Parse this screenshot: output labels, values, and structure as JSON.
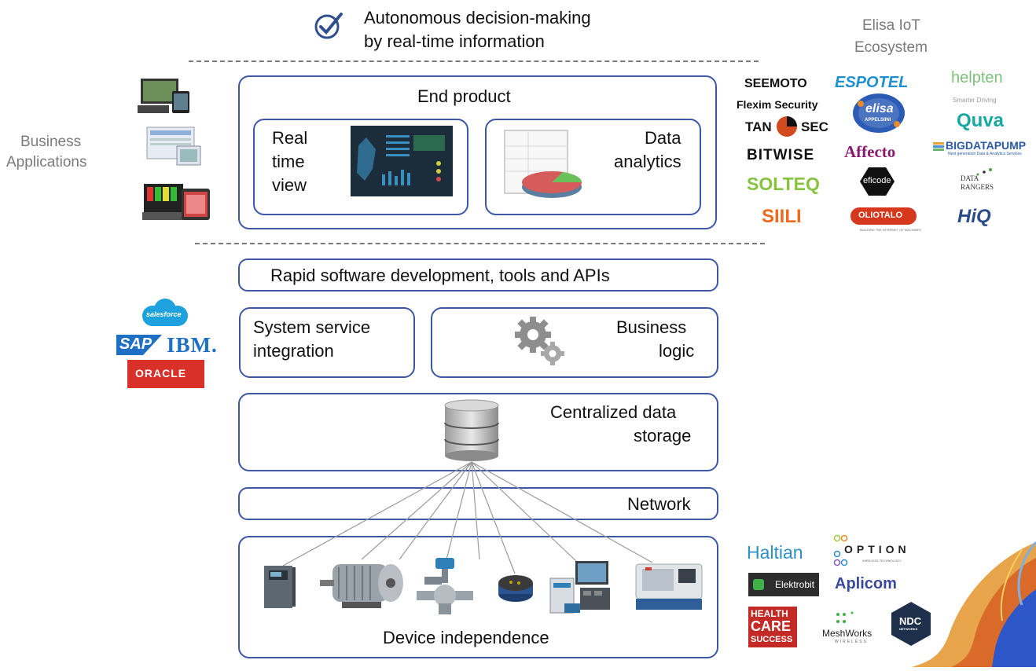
{
  "header": {
    "check_icon": "check-circle-icon",
    "title_line1": "Autonomous decision-making",
    "title_line2": "by real-time information"
  },
  "ecosystem": {
    "label_line1": "Elisa IoT",
    "label_line2": "Ecosystem",
    "partners_top": [
      "SEEMOTO",
      "ESPOTEL",
      "helpten",
      "Smarter Driving",
      "Flexim Security",
      "elisa",
      "APPELSIINI",
      "TAN",
      "SEC",
      "Quva",
      "BIGDATAPUMP",
      "Next generation Data & Analytics Services",
      "BITWISE",
      "Affecto",
      "SOLTEQ",
      "eficode",
      "DATA",
      "RANGERS",
      "SIILI",
      "OLIOTALO",
      "BUILDING THE INTERNET OF MACHINES",
      "HiQ"
    ],
    "partners_bottom": [
      "Haltian",
      "OPTION",
      "WIRELESS TECHNOLOGY",
      "Elektrobit",
      "Aplicom",
      "HEALTH",
      "CARE",
      "SUCCESS",
      "MeshWorks",
      "WIRELESS",
      "NDC",
      "NETWORKS"
    ]
  },
  "business_apps": {
    "label_line1": "Business",
    "label_line2": "Applications"
  },
  "end_product": {
    "title": "End product",
    "realtime_line1": "Real",
    "realtime_line2": "time",
    "realtime_line3": "view",
    "analytics_line1": "Data",
    "analytics_line2": "analytics"
  },
  "platform": {
    "rapid": "Rapid software development, tools and APIs",
    "integration_line1": "System service",
    "integration_line2": "integration",
    "logic_line1": "Business",
    "logic_line2": "logic",
    "storage_line1": "Centralized data",
    "storage_line2": "storage",
    "network": "Network",
    "devices": "Device independence"
  },
  "enterprise_logos": [
    "salesforce",
    "SAP",
    "IBM.",
    "ORACLE"
  ],
  "colors": {
    "box_border": "#3d57a6",
    "dash": "#7a7a7a",
    "sap_blue": "#1f6fc5",
    "oracle_red": "#d9302a",
    "salesforce_blue": "#1ea2dd"
  }
}
